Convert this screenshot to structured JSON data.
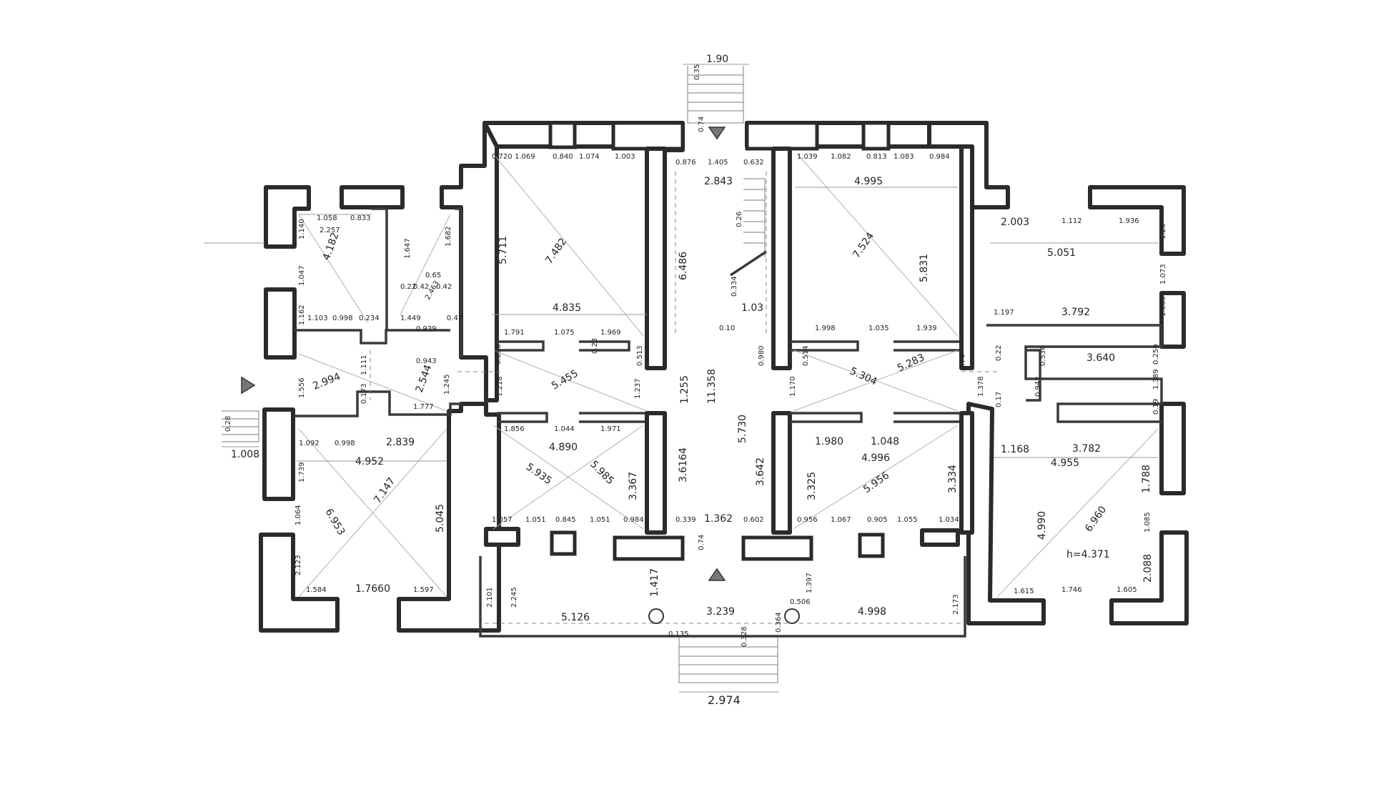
{
  "dimensions": {
    "top_stair_width": "1.90",
    "top_stair_small": "0.35",
    "bottom_stair_width": "2.974",
    "left_entry_width": "1.008",
    "left_entry_small": "0.28",
    "nw_room_1": "1.058",
    "nw_room_2": "0.833",
    "nw_room_3": "2.257",
    "nw_room_diag": "4.182",
    "nw_room_4": "1.047",
    "nw_room_5": "1.103",
    "nw_room_6": "0.998",
    "nw_room_7": "0.234",
    "nw_room_8": "1.162",
    "nw_room_9": "1.140",
    "wc_1": "1.647",
    "wc_2": "1.682",
    "wc_3": "2.463",
    "wc_4": "0.939",
    "wc_5": "1.449",
    "wc_6": "0.47",
    "wc_7": "0.22",
    "wc_8": "0.42",
    "wc_9": "0.42",
    "wc_10": "0.65",
    "hall_w_1": "0.943",
    "hall_w_2": "2.544",
    "hall_w_3": "1.245",
    "hall_w_4": "1.777",
    "hall_w_5": "2.994",
    "hall_w_6": "1.111",
    "hall_w_7": "1.556",
    "hall_w_8": "0.173",
    "sw_room_1": "1.092",
    "sw_room_2": "0.998",
    "sw_room_3": "2.839",
    "sw_room_4": "4.952",
    "sw_room_5": "1.739",
    "sw_room_diag1": "6.953",
    "sw_room_diag2": "7.147",
    "sw_room_6": "1.064",
    "sw_room_7": "5.045",
    "sw_room_8": "2.123",
    "sw_room_9": "1.584",
    "sw_room_10": "1.7660",
    "sw_room_11": "1.597",
    "c1_top_1": "0.720",
    "c1_top_2": "1.069",
    "c1_top_3": "0.840",
    "c1_top_4": "1.074",
    "c1_top_5": "1.003",
    "c1_h": "5.711",
    "c1_diag": "7.482",
    "c1_w": "4.835",
    "c1_b_1": "1.791",
    "c1_b_2": "1.075",
    "c1_b_3": "1.969",
    "c1_s1": "0.258",
    "c1_s2": "0.23",
    "c1_s3": "0.513",
    "c2_diag": "5.455",
    "c2_1": "1.218",
    "c2_2": "1.237",
    "c3_t1": "1.856",
    "c3_t2": "1.044",
    "c3_t3": "1.971",
    "c3_w": "4.890",
    "c3_d1": "5.935",
    "c3_d2": "5.985",
    "c3_h": "3.367",
    "c3_b1": "1.057",
    "c3_b2": "1.051",
    "c3_b3": "0.845",
    "c3_b4": "1.051",
    "c3_b5": "0.984",
    "st_1": "0.876",
    "st_2": "1.405",
    "st_3": "0.632",
    "st_4": "2.843",
    "st_5": "6.486",
    "st_6": "0.26",
    "st_7": "0.334",
    "st_8": "1.03",
    "st_9": "0.10",
    "st_10": "0.980",
    "st_11": "1.255",
    "st_12": "11.358",
    "st_13": "5.730",
    "st_14": "3.6164",
    "st_15": "3.642",
    "st_16": "0.339",
    "st_17": "1.362",
    "st_18": "0.602",
    "st_19": "0.74",
    "st_20": "0.74",
    "e1_t1": "1.039",
    "e1_t2": "1.082",
    "e1_t3": "0.813",
    "e1_t4": "1.083",
    "e1_t5": "0.984",
    "e1_w": "4.995",
    "e1_diag": "7.524",
    "e1_h": "5.831",
    "e1_b1": "1.998",
    "e1_b2": "1.035",
    "e1_b3": "1.939",
    "e2_1": "0.514",
    "e2_2": "1.170",
    "e2_3": "5.304",
    "e2_4": "5.283",
    "e2_5": "0.74",
    "e2_6": "1.378",
    "e3_1": "1.980",
    "e3_2": "1.048",
    "e3_w": "4.996",
    "e3_h1": "3.325",
    "e3_diag": "5.956",
    "e3_h2": "3.334",
    "e3_b1": "0.956",
    "e3_b2": "1.067",
    "e3_b3": "0.905",
    "e3_b4": "1.055",
    "e3_b5": "1.034",
    "ne_1": "2.003",
    "ne_2": "1.112",
    "ne_3": "1.936",
    "ne_4": "1.26",
    "ne_w": "5.051",
    "ne_5": "1.073",
    "ne_6": "1.197",
    "ne_7": "3.792",
    "ne_8": "1.060",
    "me_1": "0.22",
    "me_2": "3.640",
    "me_3": "0.536",
    "me_4": "0.250",
    "me_5": "0.942",
    "me_6": "1.389",
    "me_7": "0.17",
    "me_8": "0.19",
    "se_1": "1.168",
    "se_2": "3.782",
    "se_3": "4.955",
    "se_4": "1.788",
    "se_5": "4.990",
    "se_diag": "6.960",
    "se_6": "1.085",
    "se_h": "h=4.371",
    "se_7": "2.088",
    "se_8": "1.615",
    "se_9": "1.746",
    "se_10": "1.605",
    "ter_1": "1.417",
    "ter_2": "2.101",
    "ter_3": "2.245",
    "ter_4": "5.126",
    "ter_5": "3.239",
    "ter_6": "4.998",
    "ter_7": "1.397",
    "ter_8": "0.506",
    "ter_9": "2.173",
    "ter_10": "0.135",
    "ter_11": "0.328",
    "ter_12": "0.364"
  }
}
